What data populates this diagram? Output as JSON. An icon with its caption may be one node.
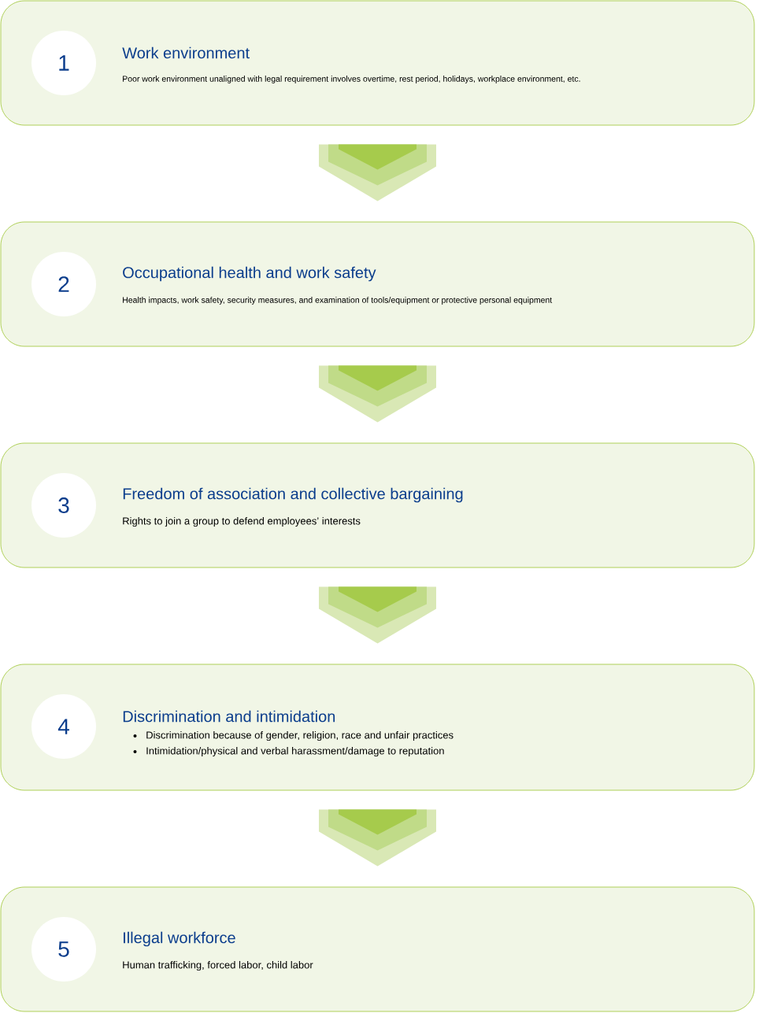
{
  "diagram": {
    "nodes": [
      {
        "text": [
          "Work environment",
          "Poor work environment unaligned with legal requirement involves overtime, rest period, holidays, workplace environment, etc."
        ]
      },
      {
        "text": [
          "1"
        ],
        "in": 0
      },
      {
        "text": [
          "Occupational health and work safety",
          "Health impacts, work safety, security measures, and examination of tools/equipment or protective personal equipment"
        ]
      },
      {
        "text": [
          "2"
        ],
        "in": 2
      },
      {
        "text": [
          "Freedom of association and collective bargaining",
          "Rights to join a group to defend employees’ interests"
        ]
      },
      {
        "text": [
          "3"
        ],
        "in": 4
      },
      {
        "text": [
          "Discrimination and intimidation",
          "Discrimination because of gender, religion, race and unfair practices",
          "Intimidation/physical and verbal harassment/damage to reputation"
        ]
      },
      {
        "text": [
          "4"
        ],
        "in": 6
      },
      {
        "text": [
          "Illegal workforce",
          "Human trafficking, forced labor, child labor"
        ]
      },
      {
        "text": [
          "5"
        ],
        "in": 8
      }
    ],
    "edges": [
      {
        "from": 0,
        "to": 2,
        "arrow": "to"
      },
      {
        "from": 2,
        "to": 4,
        "arrow": "to"
      },
      {
        "from": 4,
        "to": 6,
        "arrow": "to"
      },
      {
        "from": 6,
        "to": 8,
        "arrow": "to"
      }
    ]
  }
}
